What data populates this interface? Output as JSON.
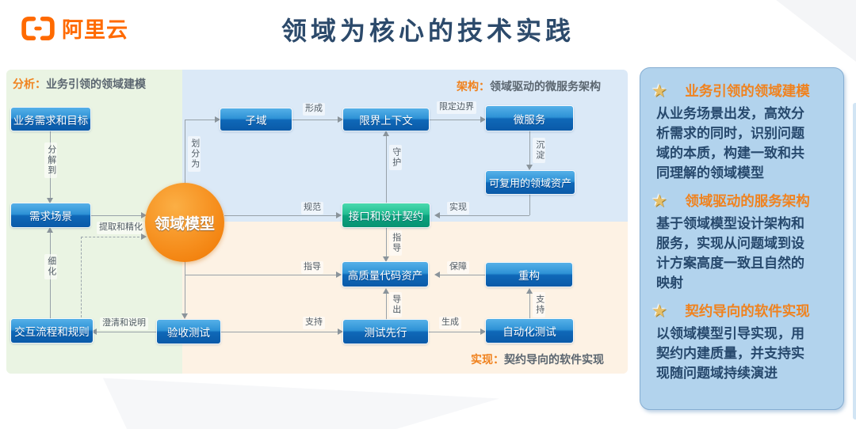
{
  "header": {
    "logo_text": "阿里云",
    "title": "领域为核心的技术实践"
  },
  "sections": {
    "analysis_tag": "分析：",
    "analysis_label": "业务引领的领域建模",
    "architecture_tag": "架构：",
    "architecture_label": "领域驱动的微服务架构",
    "implementation_tag": "实现：",
    "implementation_label": "契约导向的软件实现"
  },
  "nodes": {
    "biz_req": "业务需求和目标",
    "req_scene": "需求场景",
    "interaction": "交互流程和规则",
    "domain_model": "领域模型",
    "subdomain": "子域",
    "bounded_context": "限界上下文",
    "microservice": "微服务",
    "reusable_assets": "可复用的领域资产",
    "contract": "接口和设计契约",
    "code_assets": "高质量代码资产",
    "refactor": "重构",
    "acceptance_test": "验收测试",
    "test_first": "测试先行",
    "auto_test": "自动化测试"
  },
  "edge_labels": {
    "decompose": "分解到",
    "extract_refine": "提取和精化",
    "refine": "细化",
    "clarify_explain": "澄清和说明",
    "partition_into": "划分为",
    "form": "形成",
    "bound_scope": "限定边界",
    "deposit": "沉淀",
    "realize": "实现",
    "regulate": "规范",
    "guard": "守护",
    "guide_down": "指导",
    "guide_right": "指导",
    "ensure": "保障",
    "export_out": "导出",
    "support_up": "支持",
    "support_right": "支持",
    "generate": "生成"
  },
  "panel": {
    "items": [
      {
        "icon": "star-icon",
        "title": "业务引领的领域建模",
        "body": "从业务场景出发，高效分\n析需求的同时，识别问题\n域的本质，构建一致和共\n同理解的领域模型"
      },
      {
        "icon": "star-icon",
        "title": "领域驱动的服务架构",
        "body": "基于领域模型设计架构和\n服务，实现从问题域到设\n计方案高度一致且自然的\n映射"
      },
      {
        "icon": "star-icon",
        "title": "契约导向的软件实现",
        "body": "以领域模型引导实现，用\n契约内建质量，并支持实\n现随问题域持续演进"
      }
    ]
  },
  "colors": {
    "accent_orange": "#f0821e",
    "logo_orange": "#ff6a00",
    "title_navy": "#2c4a6b",
    "node_blue": "#0f68b8",
    "node_teal": "#0ba37d",
    "circle_orange": "#ef7600",
    "section_green": "#eaf4e3",
    "section_blue": "#dbe9f7",
    "section_cream": "#fdf2e4",
    "panel_blue": "#b2d3ed",
    "panel_text": "#27496d"
  }
}
